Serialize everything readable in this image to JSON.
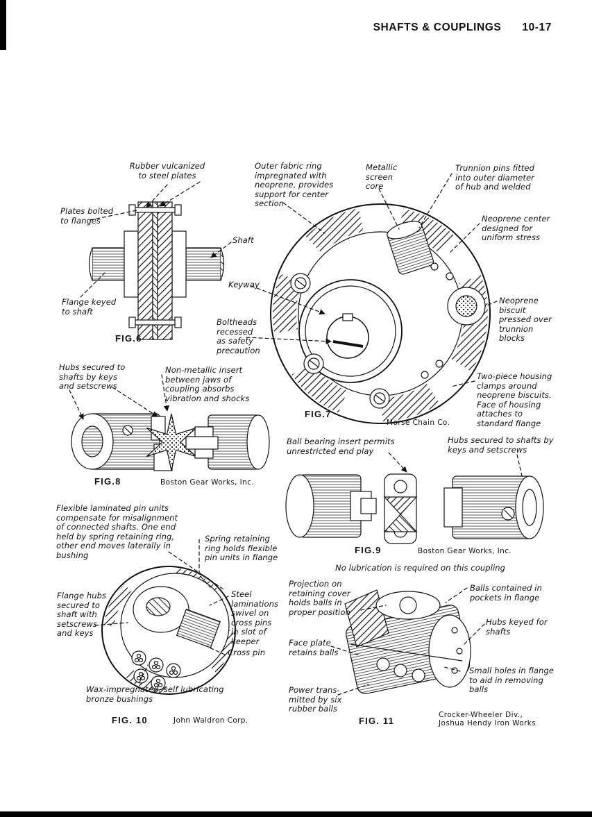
{
  "header": {
    "title": "SHAFTS & COUPLINGS",
    "page_number": "10-17"
  },
  "fig6": {
    "caption": "FIG.6",
    "labels": {
      "rubber": "Rubber vulcanized\nto steel plates",
      "plates": "Plates bolted\nto flanges",
      "shaft": "Shaft",
      "flange": "Flange keyed\nto shaft"
    }
  },
  "fig7": {
    "caption": "FIG.7",
    "credit": "Morse Chain Co.",
    "labels": {
      "outer_fabric": "Outer fabric ring\nimpregnated with\nneoprene, provides\nsupport for center\nsection",
      "metallic_core": "Metallic\nscreen\ncore",
      "trunnion_pins": "Trunnion pins fitted\ninto outer diameter\nof hub and welded",
      "neoprene_center": "Neoprene center\ndesigned for\nuniform stress",
      "keyway": "Keyway",
      "boltheads": "Boltheads\nrecessed\nas safety\nprecaution",
      "neoprene_biscuit": "Neoprene\nbiscuit\npressed over\ntrunnion\nblocks",
      "two_piece": "Two-piece housing\nclamps around\nneoprene biscuits.\nFace of housing\nattaches to\nstandard flange"
    }
  },
  "fig8": {
    "caption": "FIG.8",
    "credit": "Boston Gear Works, Inc.",
    "labels": {
      "hubs": "Hubs secured to\nshafts by keys\nand setscrews",
      "insert": "Non-metallic insert\nbetween jaws of\ncoupling absorbs\nvibration and shocks"
    }
  },
  "fig9": {
    "caption": "FIG.9",
    "credit": "Boston Gear Works, Inc.",
    "labels": {
      "ball_bearing": "Ball bearing insert permits\nunrestricted end play",
      "hubs": "Hubs secured to shafts by\nkeys and setscrews"
    }
  },
  "fig10": {
    "caption": "FIG. 10",
    "credit": "John Waldron Corp.",
    "labels": {
      "flexible": "Flexible laminated pin units\ncompensate for misalignment\nof connected shafts. One end\nheld by spring retaining ring,\nother end moves laterally in\nbushing",
      "spring_ring": "Spring retaining\nring holds flexible\npin units in flange",
      "flange_hubs": "Flange hubs\nsecured to\nshaft with\nsetscrews\nand keys",
      "steel_laminations": "Steel\nlaminations\nswivel on\ncross pins\nin slot of\nkeeper",
      "cross_pin": "Cross pin",
      "wax": "Wax-impregnated, self lubricating\nbronze bushings"
    }
  },
  "fig11": {
    "caption": "FIG. 11",
    "credit": "Crocker-Wheeler Div.,\nJoshua Hendy Iron Works",
    "note": "No lubrication is required on this coupling",
    "labels": {
      "projection": "Projection on\nretaining cover\nholds balls in\nproper position",
      "balls_pockets": "Balls contained in\npockets in flange",
      "hubs_keyed": "Hubs keyed for\nshafts",
      "face_plate": "Face plate\nretains balls",
      "small_holes": "Small holes in flange\nto aid in removing\nballs",
      "power": "Power trans-\nmitted by six\nrubber balls"
    }
  },
  "colors": {
    "ink": "#111111",
    "paper": "#ffffff"
  }
}
